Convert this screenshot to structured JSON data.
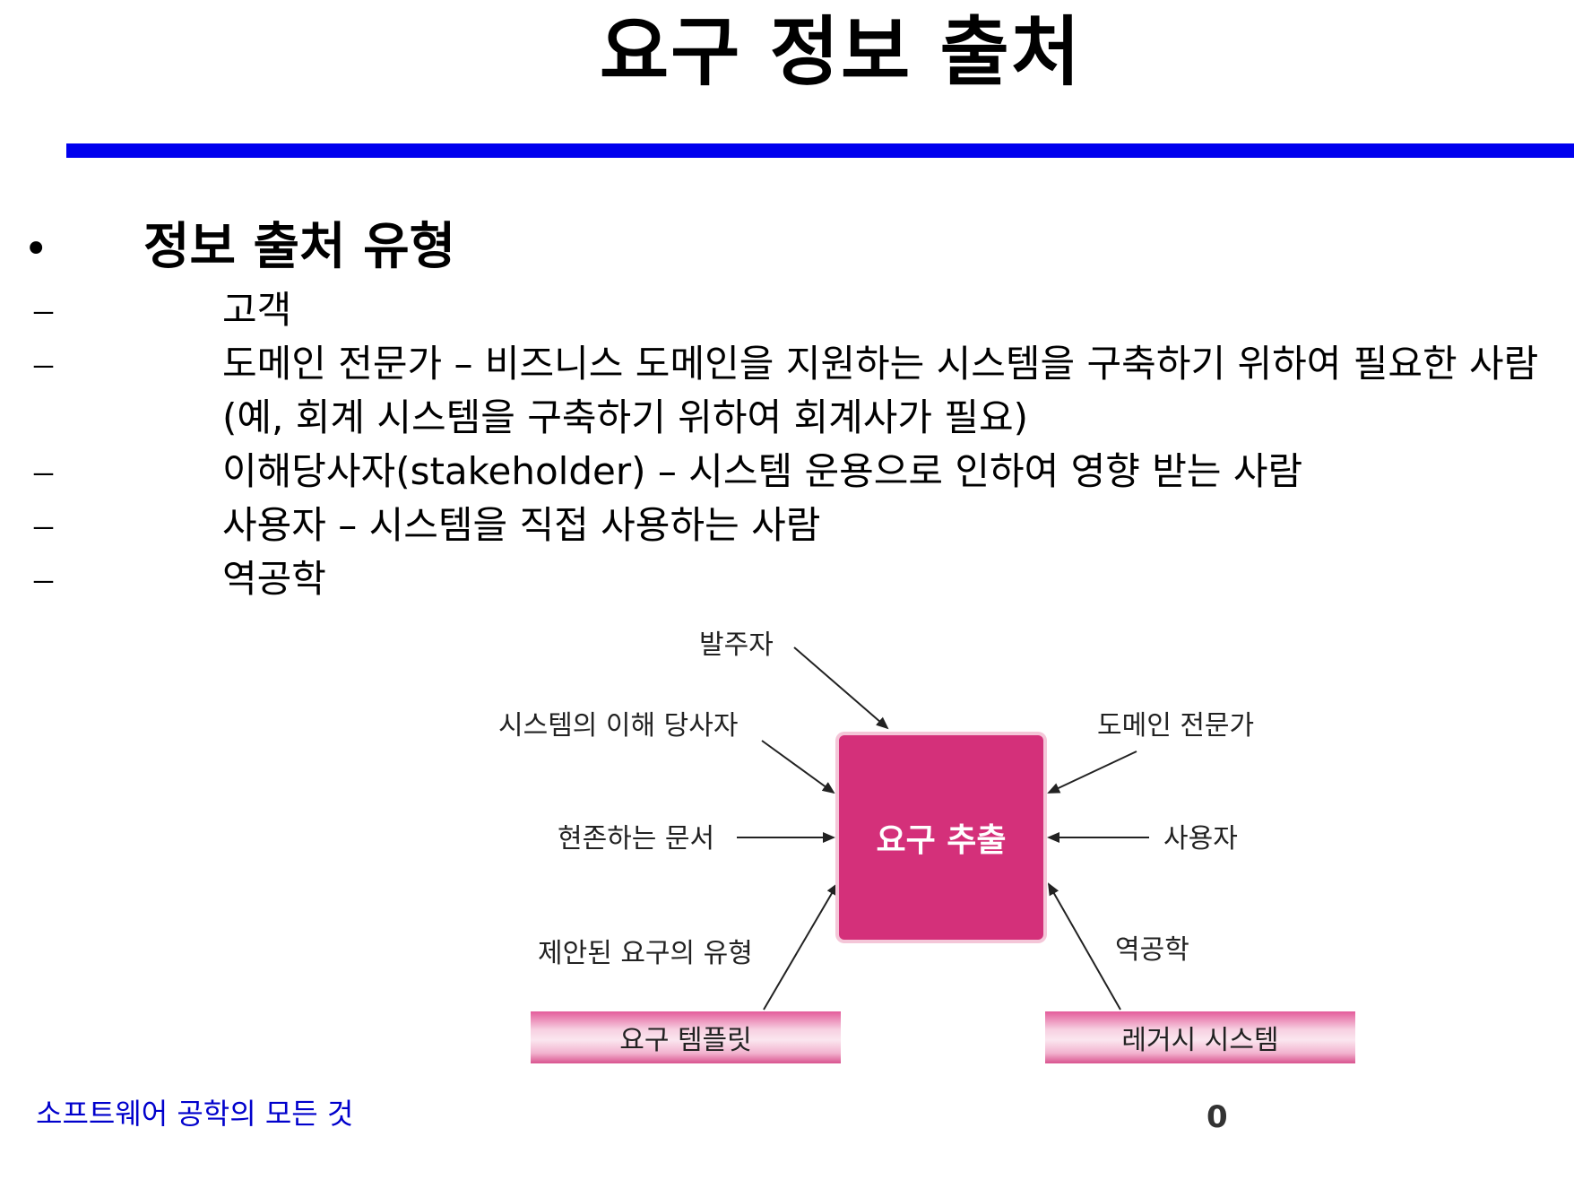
{
  "title": "요구 정보 출처",
  "colors": {
    "rule": "#0000ee",
    "box": "#d4307a",
    "footer": "#0000cc",
    "arrow": "#222222"
  },
  "section": {
    "heading": "정보 출처 유형",
    "items": [
      {
        "dash": "–",
        "text": "고객"
      },
      {
        "dash": "–",
        "text": "도메인 전문가 – 비즈니스 도메인을 지원하는 시스템을 구축하기 위하여 필요한 사람(예, 회계 시스템을 구축하기 위하여 회계사가 필요)"
      },
      {
        "dash": "–",
        "text": "이해당사자(stakeholder) – 시스템 운용으로 인하여 영향 받는 사람"
      },
      {
        "dash": "–",
        "text": "사용자 – 시스템을 직접 사용하는 사람"
      },
      {
        "dash": "–",
        "text": "역공학"
      }
    ]
  },
  "diagram": {
    "center": "요구 추출",
    "labels": {
      "orderer": "발주자",
      "stakeholder": "시스템의 이해 당사자",
      "existing_docs": "현존하는 문서",
      "proposed_types": "제안된 요구의 유형",
      "domain_expert": "도메인 전문가",
      "user": "사용자",
      "reverse_eng": "역공학"
    },
    "bars": {
      "template": "요구 템플릿",
      "legacy": "레거시 시스템"
    }
  },
  "footer": {
    "text": "소프트웨어 공학의 모든 것",
    "page": "0"
  }
}
